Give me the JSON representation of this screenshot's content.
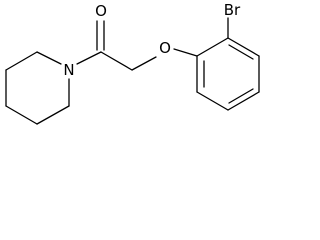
{
  "molecule": {
    "atoms": {
      "oxygen_carbonyl": "O",
      "nitrogen": "N",
      "oxygen_ether": "O",
      "bromine": "Br"
    }
  }
}
